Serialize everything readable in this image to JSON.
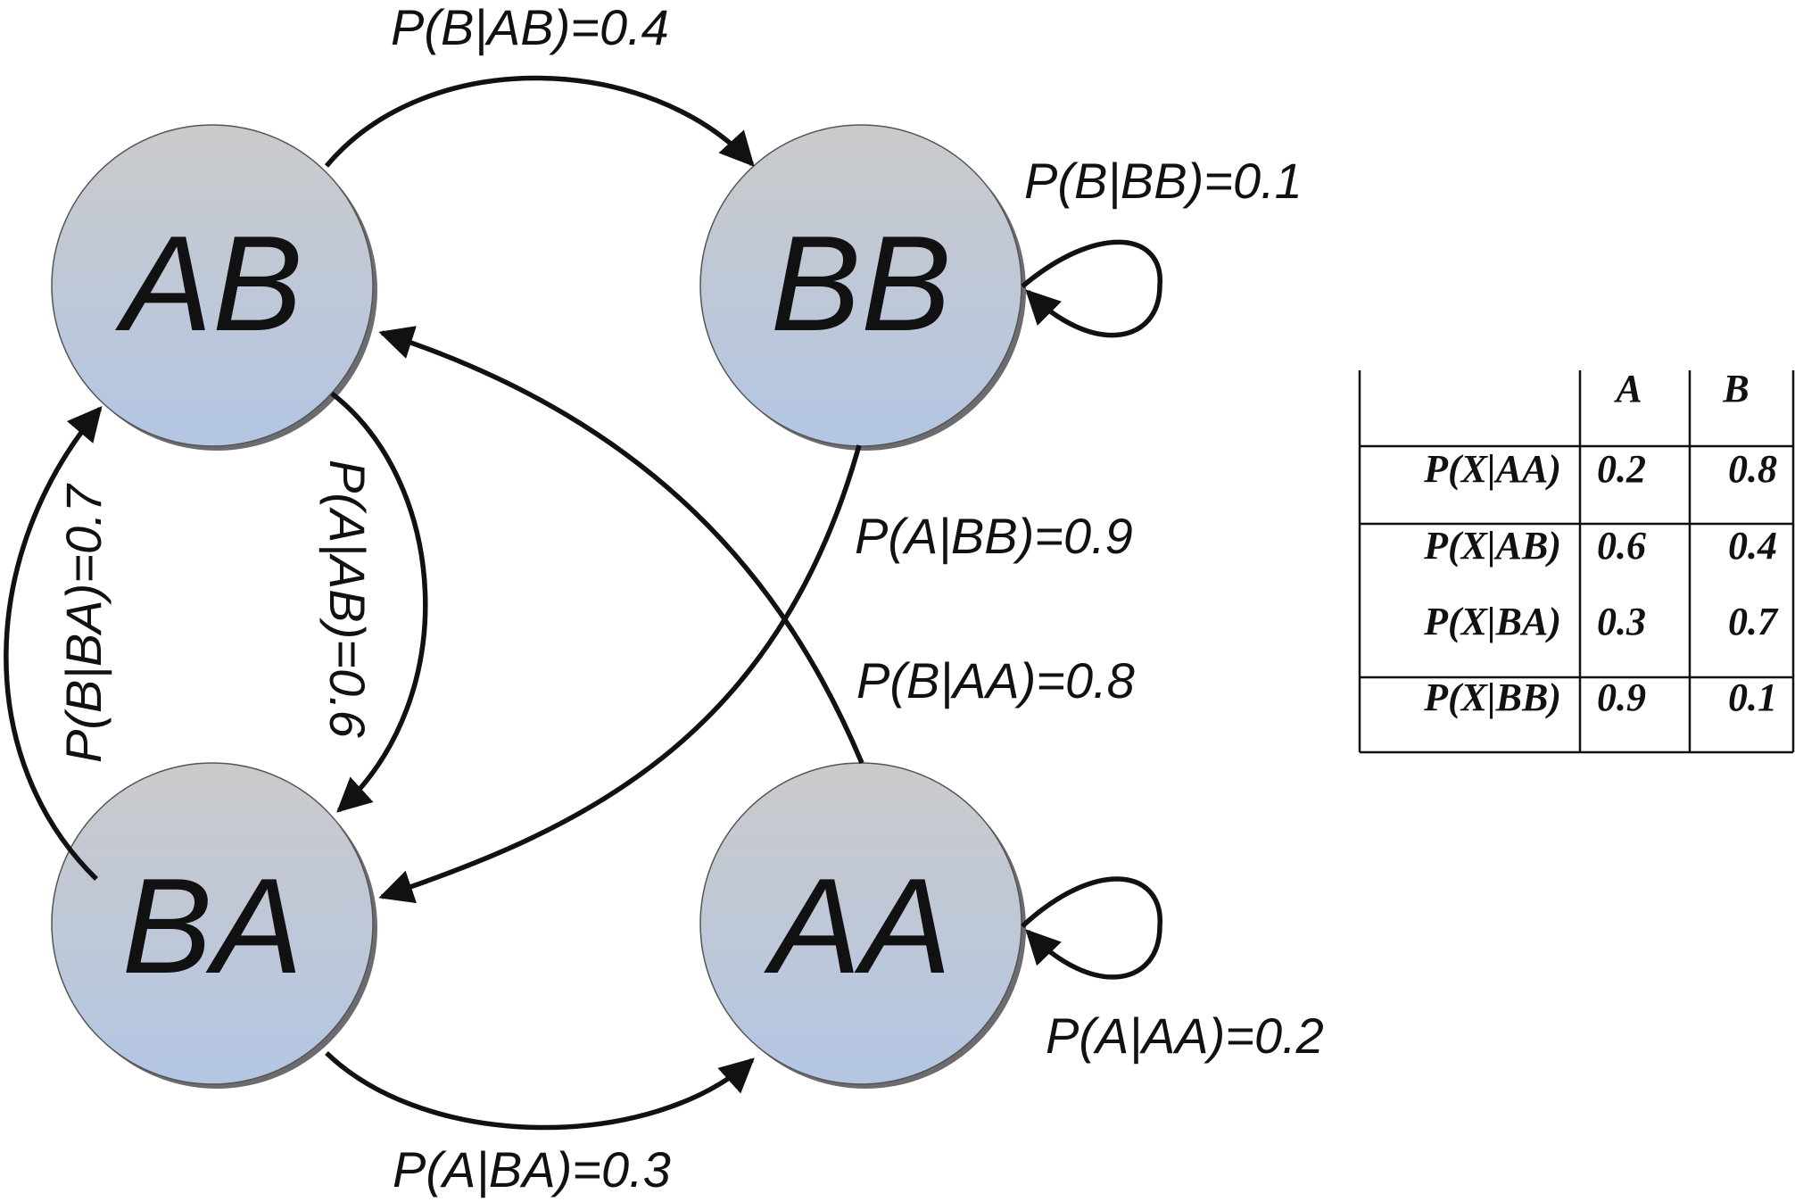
{
  "diagram": {
    "states": {
      "ab": "AB",
      "bb": "BB",
      "ba": "BA",
      "aa": "AA"
    },
    "transitions": {
      "ab_to_bb": "P(B|AB)=0.4",
      "bb_to_bb": "P(B|BB)=0.1",
      "bb_to_ba": "P(A|BB)=0.9",
      "aa_to_ab": "P(B|AA)=0.8",
      "ab_to_ba": "P(A|AB)=0.6",
      "ba_to_ab": "P(B|BA)=0.7",
      "ba_to_aa": "P(A|BA)=0.3",
      "aa_to_aa": "P(A|AA)=0.2"
    },
    "colors": {
      "node_top": "#cacacb",
      "node_bottom": "#b3c6e3",
      "stroke": "#111111"
    }
  },
  "emission_table": {
    "headers": [
      "",
      "A",
      "B"
    ],
    "rows": [
      [
        "P(X|AA)",
        "0.2",
        "0.8"
      ],
      [
        "P(X|AB)",
        "0.6",
        "0.4"
      ],
      [
        "P(X|BA)",
        "0.3",
        "0.7"
      ],
      [
        "P(X|BB)",
        "0.9",
        "0.1"
      ]
    ]
  }
}
